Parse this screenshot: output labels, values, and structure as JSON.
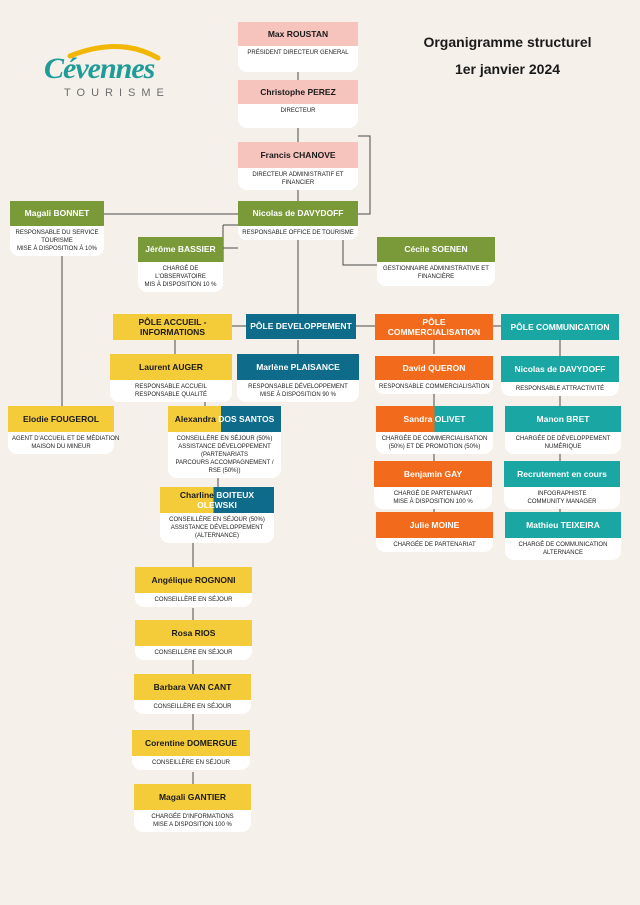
{
  "header": {
    "title_line1": "Organigramme structurel",
    "title_line2": "1er janvier 2024"
  },
  "logo": {
    "word": "Cévennes",
    "sub": "TOURISME",
    "colors": {
      "text": "#1f9c98",
      "arc": "#f2b705"
    }
  },
  "colors": {
    "pink": "#f6c4bc",
    "olive": "#7a9a3a",
    "yellow": "#f4cc3a",
    "blue": "#0e6b8a",
    "orange": "#f26a1b",
    "teal": "#1aa7a3",
    "line": "#4a4a4a",
    "background": "#f5f1ea"
  },
  "nodes": [
    {
      "id": "roustan",
      "name": "Max ROUSTAN",
      "desc": [
        "PRÉSIDENT DIRECTEUR GENERAL"
      ],
      "color": "pink"
    },
    {
      "id": "perez",
      "name": "Christophe PEREZ",
      "desc": [
        "DIRECTEUR"
      ],
      "color": "pink"
    },
    {
      "id": "chanove",
      "name": "Francis CHANOVE",
      "desc": [
        "DIRECTEUR ADMINISTRATIF ET",
        "FINANCIER"
      ],
      "color": "pink"
    },
    {
      "id": "davydoff",
      "name": "Nicolas de DAVYDOFF",
      "desc": [
        "RESPONSABLE OFFICE DE TOURISME"
      ],
      "color": "olive"
    },
    {
      "id": "bonnet",
      "name": "Magali BONNET",
      "desc": [
        "RESPONSABLE DU SERVICE",
        "TOURISME",
        "MISE À DISPOSITION À 10%"
      ],
      "color": "olive"
    },
    {
      "id": "bassier",
      "name": "Jérôme BASSIER",
      "desc": [
        "CHARGÉ DE",
        "L'OBSERVATOIRE",
        "MIS À DISPOSITION 10 %"
      ],
      "color": "olive"
    },
    {
      "id": "soenen",
      "name": "Cécile SOENEN",
      "desc": [
        "GESTIONNAIRE ADMINISTRATIVE ET",
        "FINANCIÈRE"
      ],
      "color": "olive"
    },
    {
      "id": "pole_accueil",
      "name": "PÔLE ACCUEIL - INFORMATIONS",
      "desc": [],
      "color": "yellow"
    },
    {
      "id": "pole_dev",
      "name": "PÔLE DEVELOPPEMENT",
      "desc": [],
      "color": "blue"
    },
    {
      "id": "pole_com",
      "name": "PÔLE COMMERCIALISATION",
      "desc": [],
      "color": "orange"
    },
    {
      "id": "pole_comm",
      "name": "PÔLE COMMUNICATION",
      "desc": [],
      "color": "teal"
    },
    {
      "id": "auger",
      "name": "Laurent AUGER",
      "desc": [
        "RESPONSABLE ACCUEIL",
        "RESPONSABLE QUALITÉ"
      ],
      "color": "yellow"
    },
    {
      "id": "plaisance",
      "name": "Marlène PLAISANCE",
      "desc": [
        "RESPONSABLE DÉVELOPPEMENT",
        "MISE À DISPOSITION 90 %"
      ],
      "color": "blue"
    },
    {
      "id": "queron",
      "name": "David QUERON",
      "desc": [
        "RESPONSABLE COMMERCIALISATION"
      ],
      "color": "orange"
    },
    {
      "id": "davydoff2",
      "name": "Nicolas de DAVYDOFF",
      "desc": [
        "RESPONSABLE ATTRACTIVITÉ"
      ],
      "color": "teal"
    },
    {
      "id": "fougerol",
      "name": "Elodie FOUGEROL",
      "desc": [
        "AGENT D'ACCUEIL ET DE MÉDIATION",
        "MAISON DU MINEUR"
      ],
      "color": "yellow"
    },
    {
      "id": "alexandra",
      "name_a": "Alexandra",
      "name_b": "DOS SANTOS",
      "desc": [
        "CONSEILLÈRE EN SÉJOUR (50%)",
        "ASSISTANCE DÉVELOPPEMENT",
        "(PARTENARIATS",
        "PARCOURS ACCOMPAGNEMENT /",
        "RSE (50%))"
      ],
      "color_a": "yellow",
      "color_b": "blue"
    },
    {
      "id": "charline",
      "name_a": "Charline",
      "name_b": "BOITEUX",
      "name_c": "OLEWSKI",
      "desc": [
        "CONSEILLÈRE EN SÉJOUR (50%)",
        "ASSISTANCE DÉVELOPPEMENT",
        "(ALTERNANCE)"
      ],
      "color_a": "yellow",
      "color_b": "blue"
    },
    {
      "id": "sandra",
      "name_a": "Sandra",
      "name_b": "OLIVET",
      "desc": [
        "CHARGÉE DE COMMERCIALISATION",
        "(50%)  ET DE PROMOTION (50%)"
      ],
      "color_a": "orange",
      "color_b": "teal"
    },
    {
      "id": "gay",
      "name": "Benjamin GAY",
      "desc": [
        "CHARGÉ DE PARTENARIAT",
        "MISE À DISPOSITION 100 %"
      ],
      "color": "orange"
    },
    {
      "id": "moine",
      "name": "Julie MOINE",
      "desc": [
        "CHARGÉE DE PARTENARIAT"
      ],
      "color": "orange"
    },
    {
      "id": "bret",
      "name": "Manon BRET",
      "desc": [
        "CHARGÉE DE DÉVELOPPEMENT",
        "NUMÉRIQUE"
      ],
      "color": "teal"
    },
    {
      "id": "recrutement",
      "name": "Recrutement en cours",
      "desc": [
        "INFOGRAPHISTE",
        "COMMUNITY MANAGER"
      ],
      "color": "teal"
    },
    {
      "id": "teixeira",
      "name": "Mathieu TEIXEIRA",
      "desc": [
        "CHARGÉ DE COMMUNICATION",
        "ALTERNANCE"
      ],
      "color": "teal"
    },
    {
      "id": "rognoni",
      "name": "Angélique ROGNONI",
      "desc": [
        "CONSEILLÈRE EN SÉJOUR"
      ],
      "color": "yellow"
    },
    {
      "id": "rios",
      "name": "Rosa RIOS",
      "desc": [
        "CONSEILLÈRE EN SÉJOUR"
      ],
      "color": "yellow"
    },
    {
      "id": "vancant",
      "name": "Barbara VAN CANT",
      "desc": [
        "CONSEILLÈRE EN SÉJOUR"
      ],
      "color": "yellow"
    },
    {
      "id": "domergue",
      "name": "Corentine DOMERGUE",
      "desc": [
        "CONSEILLÈRE EN SÉJOUR"
      ],
      "color": "yellow"
    },
    {
      "id": "gantier",
      "name": "Magali GANTIER",
      "desc": [
        "CHARGÉE D'INFORMATIONS",
        "MISE A DISPOSITION 100 %"
      ],
      "color": "yellow"
    }
  ]
}
